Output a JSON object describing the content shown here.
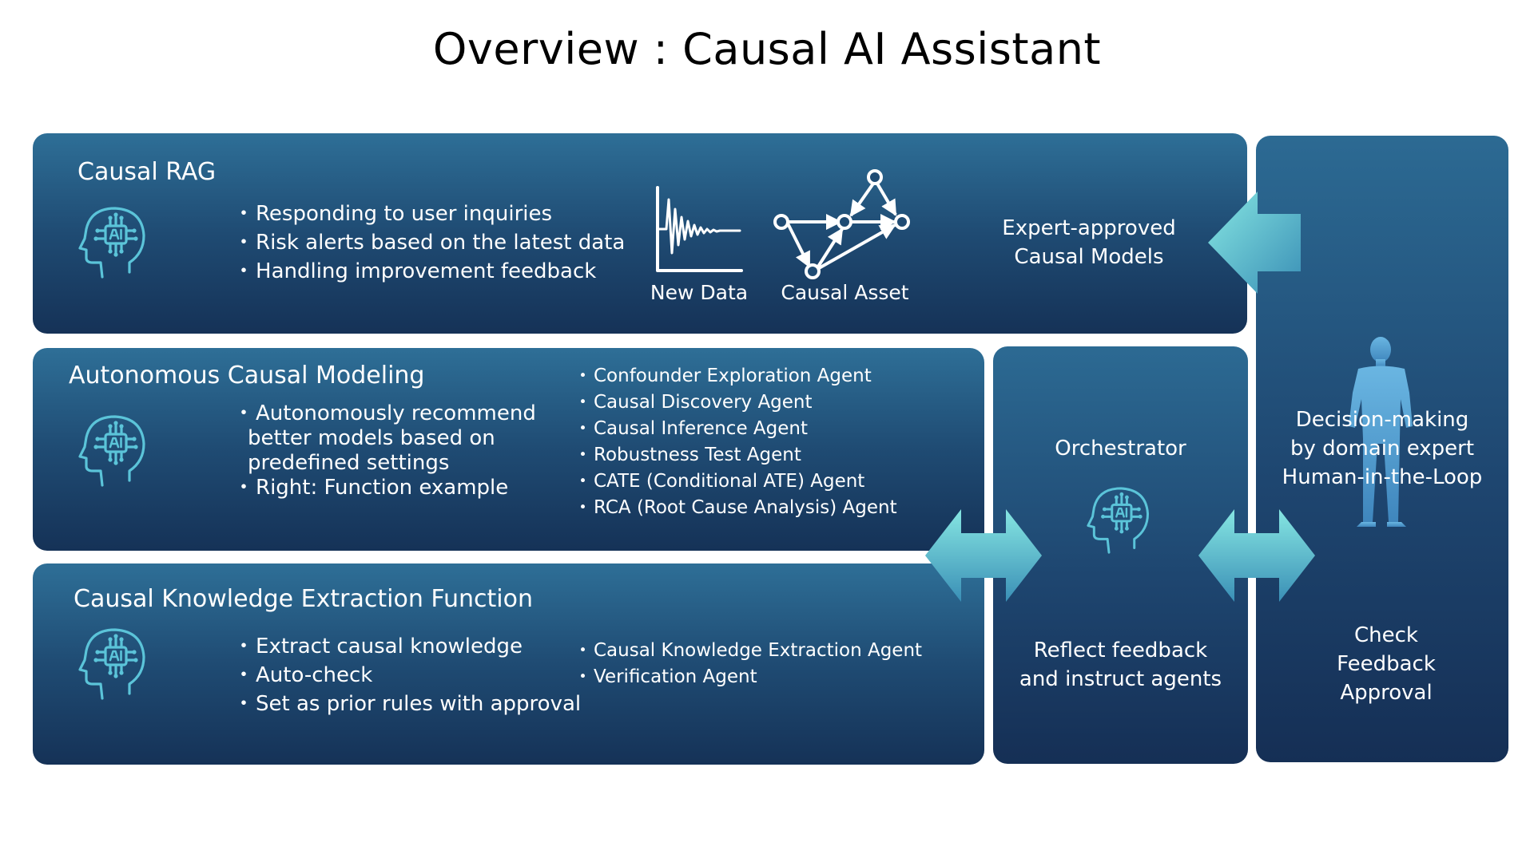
{
  "title": "Overview : Causal AI Assistant",
  "colors": {
    "panel_top": "#2e6f97",
    "panel_bottom": "#153257",
    "arrow_light": "#7fe0e0",
    "arrow_dark": "#3a90b4",
    "icon_color": "#5bc4d9",
    "person_color": "#5fa9d8"
  },
  "rag": {
    "title": "Causal RAG",
    "icon": "ai-head-icon",
    "bullets": [
      "Responding to user inquiries",
      "Risk alerts based on the latest data",
      "Handling improvement feedback"
    ],
    "new_data_label": "New Data",
    "causal_asset_label": "Causal Asset",
    "expert_models": [
      "Expert-approved",
      "Causal Models"
    ]
  },
  "modeling": {
    "title": "Autonomous Causal Modeling",
    "icon": "ai-head-icon",
    "bullets": [
      "Autonomously recommend better models based on predefined settings",
      "Right: Function example"
    ],
    "agents": [
      "Confounder Exploration Agent",
      "Causal Discovery Agent",
      "Causal Inference Agent",
      "Robustness Test Agent",
      "CATE (Conditional ATE) Agent",
      "RCA (Root Cause Analysis) Agent"
    ]
  },
  "extraction": {
    "title": "Causal Knowledge Extraction Function",
    "icon": "ai-head-icon",
    "bullets": [
      "Extract causal knowledge",
      "Auto-check",
      "Set as prior rules with approval"
    ],
    "agents": [
      "Causal Knowledge Extraction Agent",
      "Verification Agent"
    ]
  },
  "orchestrator": {
    "title": "Orchestrator",
    "icon": "ai-head-icon",
    "description": [
      "Reflect feedback",
      "and instruct agents"
    ]
  },
  "human": {
    "icon": "person-icon",
    "decision": [
      "Decision-making",
      "by domain expert",
      "Human-in-the-Loop"
    ],
    "actions": [
      "Check",
      "Feedback",
      "Approval"
    ]
  }
}
